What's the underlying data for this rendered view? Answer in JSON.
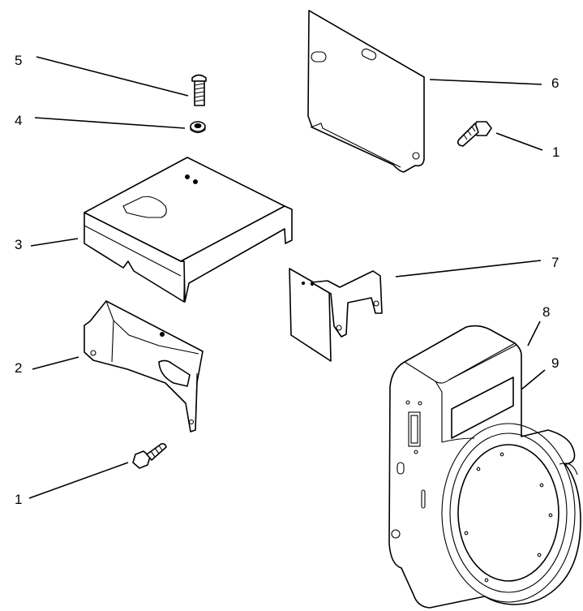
{
  "callouts": {
    "c5": "5",
    "c4": "4",
    "c6": "6",
    "c1a": "1",
    "c3": "3",
    "c7": "7",
    "c8": "8",
    "c9": "9",
    "c2": "2",
    "c1b": "1"
  }
}
